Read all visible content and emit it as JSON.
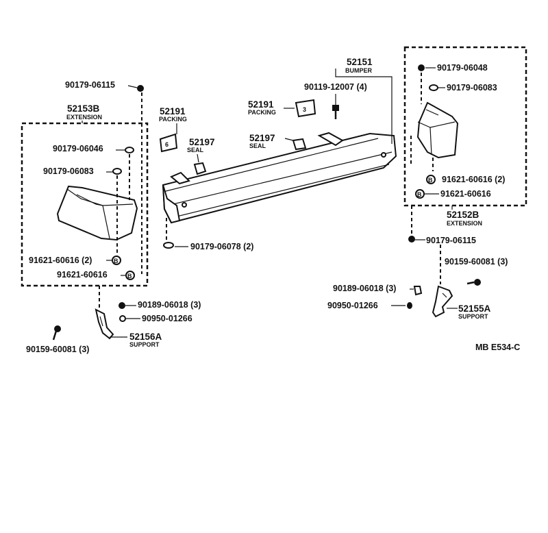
{
  "diagram": {
    "code": "MB E534-C",
    "parts": {
      "bumper": {
        "number": "52151",
        "name": "BUMPER"
      },
      "packing_left": {
        "number": "52191",
        "name": "PACKING"
      },
      "packing_right": {
        "number": "52191",
        "name": "PACKING"
      },
      "seal_left": {
        "number": "52197",
        "name": "SEAL"
      },
      "seal_right": {
        "number": "52197",
        "name": "SEAL"
      },
      "ext_left": {
        "number": "52153B",
        "name": "EXTENSION"
      },
      "ext_right": {
        "number": "52152B",
        "name": "EXTENSION"
      },
      "support_left": {
        "number": "52156A",
        "name": "SUPPORT"
      },
      "support_right": {
        "number": "52155A",
        "name": "SUPPORT"
      }
    },
    "callouts": {
      "c1": "90179-06115",
      "c2": "90179-06046",
      "c3": "90179-06083",
      "c4": "91621-60616 (2)",
      "c5": "91621-60616",
      "c6": "90189-06018 (3)",
      "c7": "90950-01266",
      "c8": "90159-60081 (3)",
      "c9": "90179-06078 (2)",
      "c10": "90119-12007 (4)",
      "c11": "90179-06048",
      "c12": "90179-06083",
      "c13": "91621-60616 (2)",
      "c14": "91621-60616",
      "c15": "90179-06115",
      "c16": "90159-60081 (3)",
      "c17": "90189-06018 (3)",
      "c18": "90950-01266"
    }
  }
}
